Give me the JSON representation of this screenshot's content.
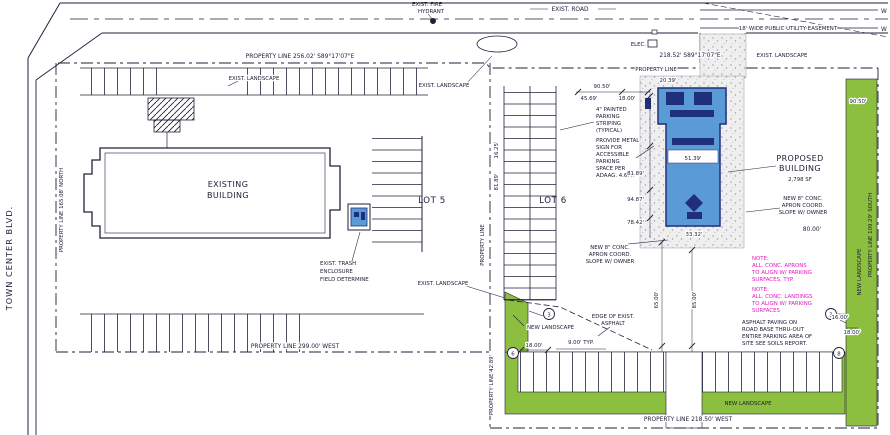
{
  "colors": {
    "ink": "#20203a",
    "landscape_green": "#8cbf3f",
    "building_blue": "#5b9bd5",
    "building_blue_dark": "#1f2f7a",
    "note_magenta": "#e718c1",
    "concrete_stipple_bg": "#efefef"
  },
  "street": {
    "name": "TOWN CENTER BLVD."
  },
  "roads": {
    "exist_road": "EXIST. ROAD",
    "fire_hydrant": [
      "EXIST. FIRE",
      "HYDRANT"
    ],
    "water_marker": "W",
    "utility_easement": "18' WIDE PUBLIC UTILITY EASEMENT",
    "elec": "ELEC."
  },
  "property_lines": {
    "top_left": "PROPERTY LINE   256.02'   S89°17'07\"E",
    "top_right_dim": "218.52'   S89°17'07\"E",
    "top_right_label": "PROPERTY LINE",
    "left": "PROPERTY LINE   165.08'   NORTH",
    "bottom_left": "PROPERTY LINE   299.00'   WEST",
    "bottom_right": "PROPERTY LINE   218.50'   WEST",
    "center": "PROPERTY LINE",
    "center_lower": "PROPERTY LINE   42.89'",
    "right": "PROPERTY LINE   109.29'   SOUTH"
  },
  "lots": {
    "lot5": "LOT 5",
    "lot6": "LOT 6"
  },
  "buildings": {
    "existing": {
      "lines": [
        "EXISTING",
        "BUILDING"
      ]
    },
    "proposed": {
      "lines": [
        "PROPOSED",
        "BUILDING"
      ],
      "area": "2,798 SF"
    }
  },
  "landscape": {
    "exist_top_left": "EXIST. LANDSCAPE",
    "exist_top_right": "EXIST. LANDSCAPE",
    "exist_island": "EXIST. LANDSCAPE",
    "exist_mid": "EXIST. LANDSCAPE",
    "new_small": "NEW LANDSCAPE",
    "new_bottom": "NEW LANDSCAPE",
    "new_right": "NEW LANDSCAPE"
  },
  "dimensions": {
    "d90_50_left": "90.50'",
    "d90_50_right": "90.50'",
    "d45_69": "45.69'",
    "d18_00_top": "18.00'",
    "d20_39": "20.39'",
    "d16_25": "16.25'",
    "d81_89": "81.89'",
    "d51_39": "51.39'",
    "d94_87": "94.87'",
    "d78_42": "78.42'",
    "d33_32": "33.32'",
    "d80_00": "80.00'",
    "d85_00": "85.00'",
    "d65_00": "65.00'",
    "d9_00_typ": "9.00' TYP.",
    "d18_00_bottom": "18.00'",
    "d16_00_right": "16.00'",
    "d18_00_right": "18.00'"
  },
  "notes": {
    "painted_striping": [
      "4\" PAINTED",
      "PARKING",
      "STRIPING",
      "(TYPICAL)"
    ],
    "metal_sign": [
      "PROVIDE METAL",
      "SIGN FOR",
      "ACCESSIBLE",
      "PARKING",
      "SPACE PER",
      "ADAAG. 4.6.4."
    ],
    "apron_left": [
      "NEW 8\" CONC.",
      "APRON COORD.",
      "SLOPE W/ OWNER"
    ],
    "apron_right": [
      "NEW 8\" CONC.",
      "APRON COORD.",
      "SLOPE W/ OWNER"
    ],
    "note_aprons": [
      "NOTE:",
      "ALL. CONC. APRONS",
      "TO ALIGN W/ PARKING",
      "SURFACES, TYP."
    ],
    "note_landings": [
      "NOTE:",
      "ALL. CONC. LANDINGS",
      "TO ALIGN W/ PARKING",
      "SURFACES"
    ],
    "asphalt_paving": [
      "ASPHALT PAVING ON",
      "ROAD BASE THRU-OUT",
      "ENTIRE PARKING AREA OF",
      "SITE SEE SOILS REPORT."
    ],
    "trash_enclosure": [
      "EXIST. TRASH",
      "ENCLOSURE",
      "FIELD DETERMINE"
    ],
    "edge_asphalt": [
      "EDGE OF EXIST.",
      "ASPHALT"
    ]
  },
  "keynotes": {
    "k3_left": "3",
    "k3_right": "3",
    "k6": "6",
    "k8": "8"
  }
}
